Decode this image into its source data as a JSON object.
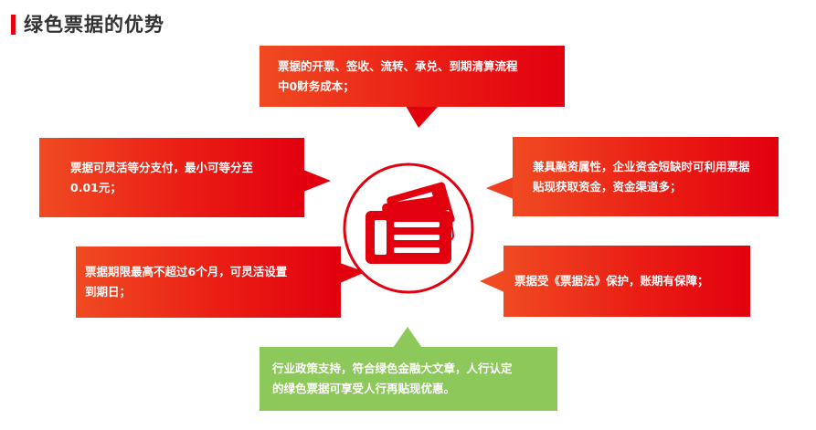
{
  "header": {
    "title": "绿色票据的优势"
  },
  "colors": {
    "accent_red": "#e60012",
    "bubble_red": "#e2000f",
    "bubble_green": "#8dc85a"
  },
  "center": {
    "icon": "bill-cards-icon"
  },
  "advantages": {
    "top": {
      "line1": "票据的开票、签收、流转、承兑、到期清算流程",
      "line2": "中0财务成本；"
    },
    "left_top": {
      "line1": "票据可灵活等分支付，最小可等分至",
      "line2": "0.01元；"
    },
    "left_bottom": {
      "line1": "票据期限最高不超过6个月，可灵活设置",
      "line2": "到期日；"
    },
    "right_top": {
      "line1": "兼具融资属性，企业资金短缺时可利用票据",
      "line2": "贴现获取资金，资金渠道多；"
    },
    "right_bottom": {
      "line1": "票据受《票据法》保护，账期有保障；"
    },
    "bottom": {
      "line1": "行业政策支持，符合绿色金融大文章，人行认定",
      "line2": "的绿色票据可享受人行再贴现优惠。"
    }
  }
}
